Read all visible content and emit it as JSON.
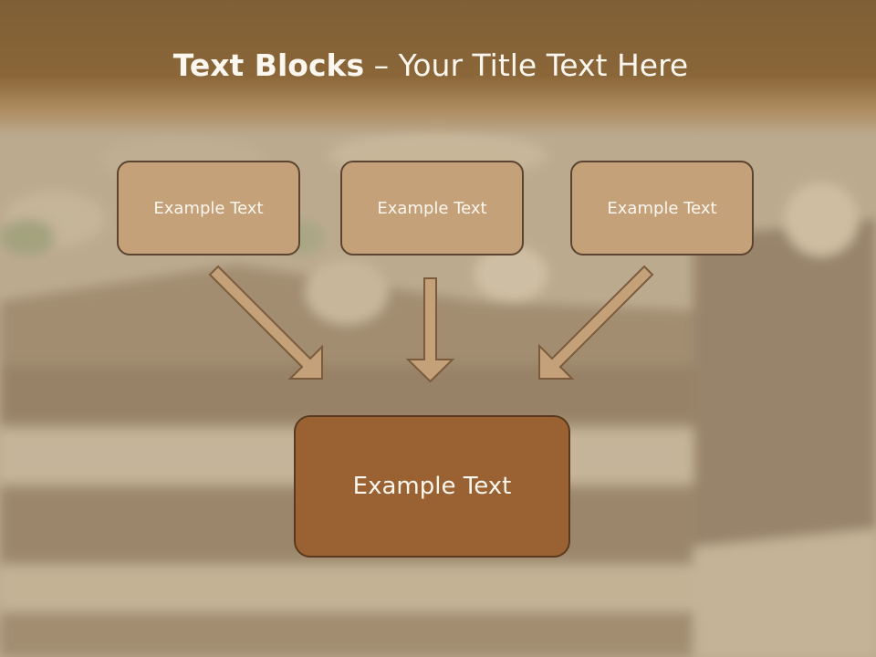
{
  "slide": {
    "title_bold": "Text Blocks",
    "title_dash": " – ",
    "title_rest": "Your Title Text Here"
  },
  "blocks": [
    {
      "label": "Example Text"
    },
    {
      "label": "Example Text"
    },
    {
      "label": "Example Text"
    }
  ],
  "main_block": {
    "label": "Example Text"
  },
  "colors": {
    "header": "#8a6638",
    "block_fill": "#c5a17a",
    "main_fill": "#9a6232",
    "arrow_fill": "#c5a17a",
    "outline": "#5b4530"
  },
  "icons": [
    "arrow-down-right-icon",
    "arrow-down-icon",
    "arrow-down-left-icon"
  ]
}
